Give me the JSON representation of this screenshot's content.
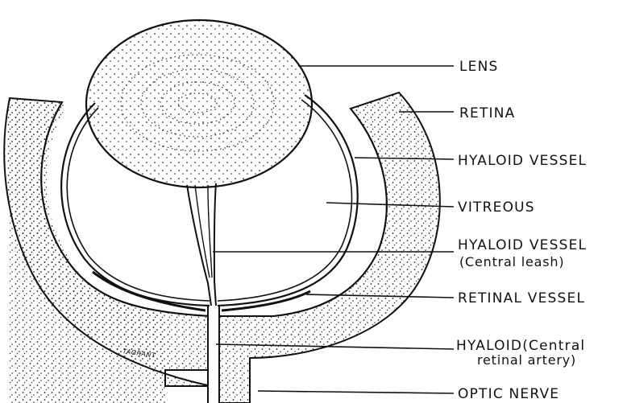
{
  "diagram": {
    "labels": {
      "lens": "LENS",
      "retina": "RETINA",
      "hyaloid_vessel": "HYALOID VESSEL",
      "vitreous": "VITREOUS",
      "hyaloid_vessel_leash_1": "HYALOID VESSEL",
      "hyaloid_vessel_leash_2": "(Central leash)",
      "retinal_vessel": "RETINAL VESSEL",
      "hyaloid_central_1": "HYALOID(Central",
      "hyaloid_central_2": "retinal artery)",
      "optic_nerve": "OPTIC NERVE"
    },
    "signature": "TAGRANT",
    "colors": {
      "ink": "#111111",
      "paper": "#ffffff"
    }
  }
}
